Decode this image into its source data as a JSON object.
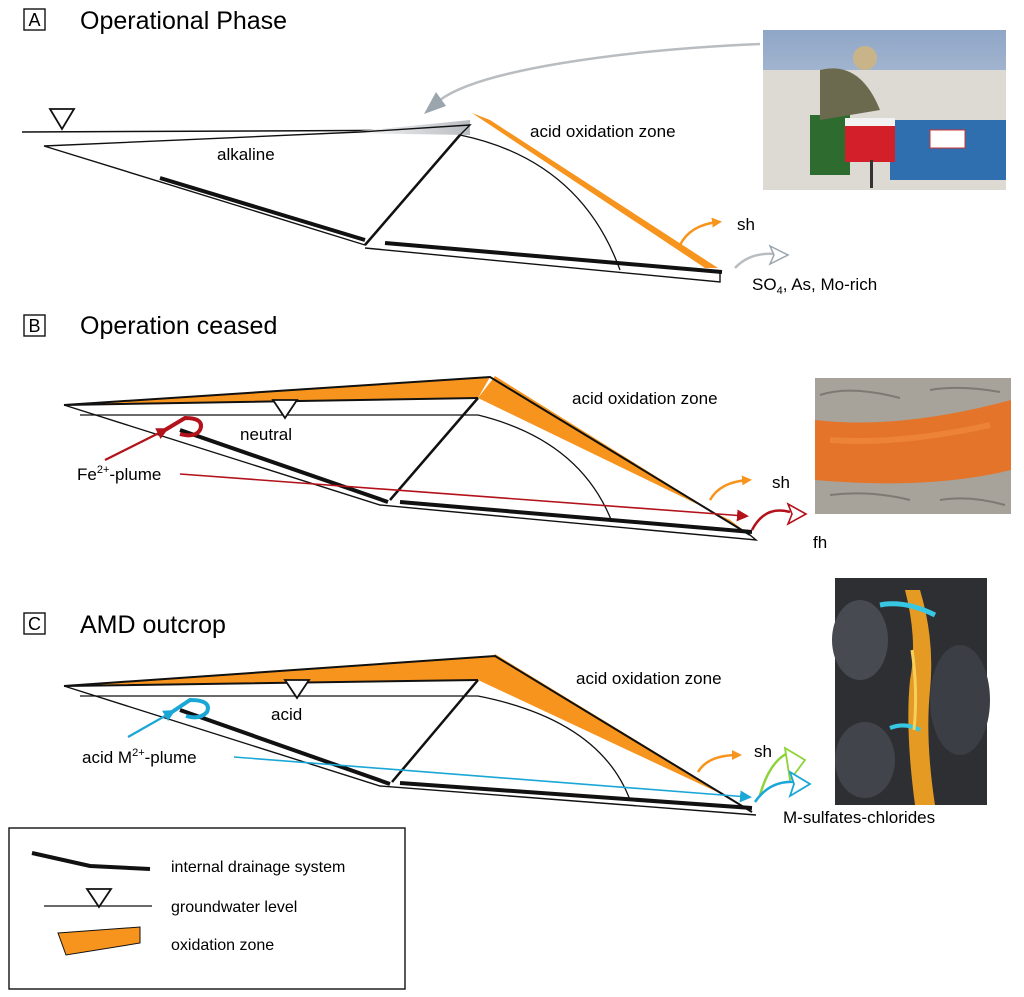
{
  "colors": {
    "oxidation": "#F7941D",
    "fe_plume": "#B3121B",
    "m_plume": "#1BA7D6",
    "salt_green": "#8CD33A",
    "inflow_grey": "#B9BDC1",
    "line": "#111111"
  },
  "panels": [
    {
      "letter": "A",
      "title": "Operational Phase",
      "water_label": "alkaline",
      "zone_label": "acid oxidation zone",
      "mineral_label": "sh",
      "outflow_label": {
        "pre": "SO",
        "sub": "4",
        "post": ", As, Mo-rich"
      },
      "photo": "field-sampling-photo"
    },
    {
      "letter": "B",
      "title": "Operation ceased",
      "water_label": "neutral",
      "zone_label": "acid oxidation zone",
      "mineral_label": "sh",
      "plume_label": {
        "pre": "Fe",
        "sup": "2+",
        "post": "-plume"
      },
      "precip_label": "fh",
      "photo": "ferrihydrite-stream-photo"
    },
    {
      "letter": "C",
      "title": "AMD outcrop",
      "water_label": "acid",
      "zone_label": "acid oxidation zone",
      "mineral_label": "sh",
      "plume_label": {
        "pre": "acid M",
        "sup": "2+",
        "post": "-plume"
      },
      "precip_label": "M-sulfates-chlorides",
      "photo": "amd-outcrop-photo"
    }
  ],
  "legend": {
    "items": [
      {
        "label": "internal drainage system",
        "icon": "drainage-line-icon"
      },
      {
        "label": "groundwater level",
        "icon": "groundwater-triangle-icon"
      },
      {
        "label": "oxidation zone",
        "icon": "oxidation-wedge-icon"
      }
    ]
  }
}
